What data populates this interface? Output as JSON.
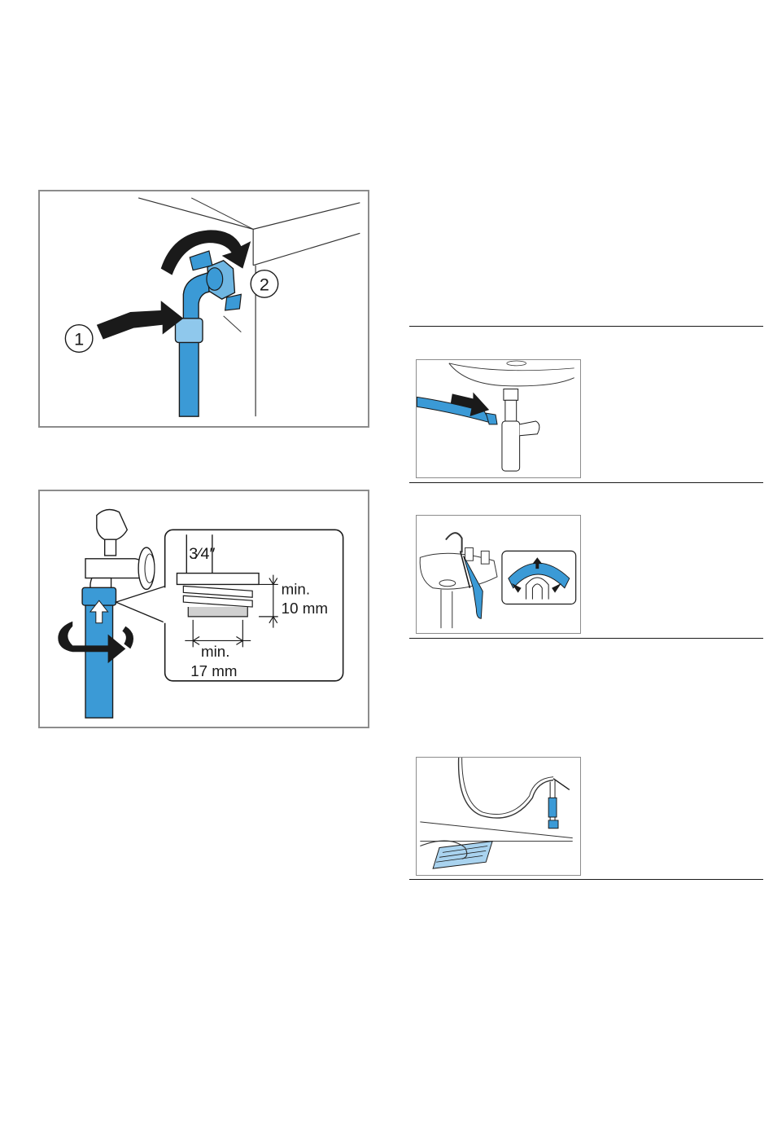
{
  "fig1": {
    "callout_1": "1",
    "callout_2": "2"
  },
  "fig2": {
    "thread_size": "3⁄4″",
    "height_min_label": "min.",
    "height_value": "10 mm",
    "width_min_label": "min.",
    "width_value": "17 mm"
  },
  "colors": {
    "hose_blue": "#3b9ad6",
    "frame_gray": "#8c8c8c",
    "line_dark": "#1a1a1a"
  }
}
